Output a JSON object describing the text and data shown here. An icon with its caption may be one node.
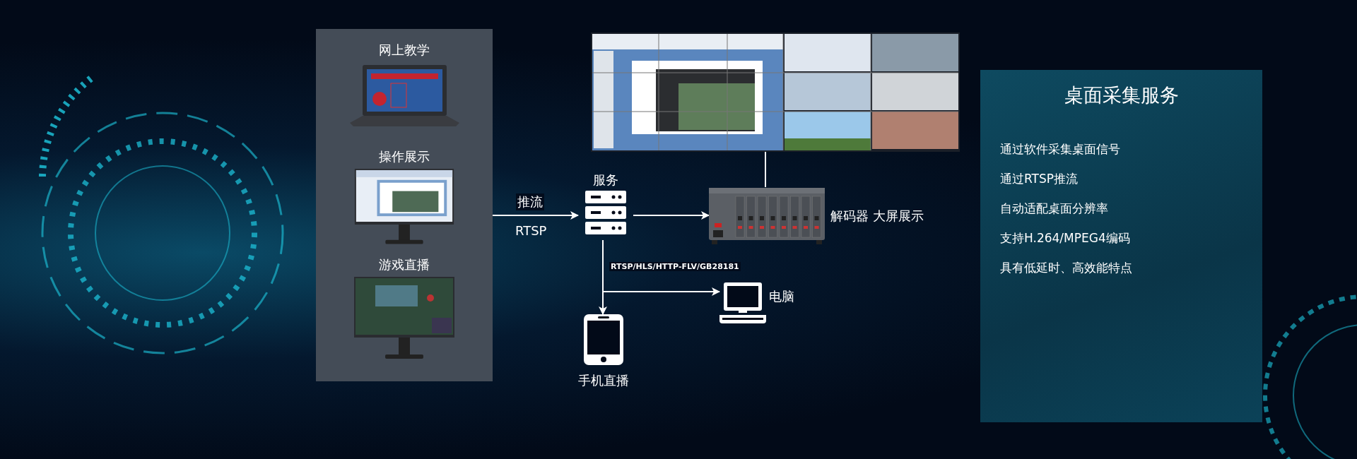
{
  "diagram": {
    "nodes": [
      {
        "text": [],
        "shape": "box"
      },
      {
        "text": [
          "网上教学"
        ],
        "in": 0
      },
      {
        "text": [
          "操作展示"
        ],
        "in": 0
      },
      {
        "text": [
          "游戏直播"
        ],
        "in": 0
      },
      {
        "text": [
          "服务"
        ]
      },
      {
        "text": [],
        "shape": "picture"
      },
      {
        "text": [
          "解码器 大屏展示"
        ]
      },
      {
        "text": [
          "手机直播"
        ]
      },
      {
        "text": [
          "电脑"
        ]
      },
      {
        "text": [
          "桌面采集服务",
          "通过软件采集桌面信号",
          "通过RTSP推流",
          "自动适配桌面分辨率",
          "支持H.264/MPEG4编码",
          "具有低延时、高效能特点"
        ]
      }
    ],
    "edges": [
      {
        "from": 0,
        "to": 4,
        "arrow": "to",
        "label": "推流"
      },
      {
        "from": 4,
        "to": 6,
        "arrow": "to"
      },
      {
        "from": 5,
        "to": 6,
        "arrow": "none"
      },
      {
        "from": 4,
        "to": 7,
        "arrow": "to",
        "label": "RTSP/HLS/HTTP-FLV/GB28181"
      },
      {
        "from": 4,
        "to": 8,
        "arrow": "to"
      }
    ],
    "labels": [
      "RTSP"
    ]
  }
}
